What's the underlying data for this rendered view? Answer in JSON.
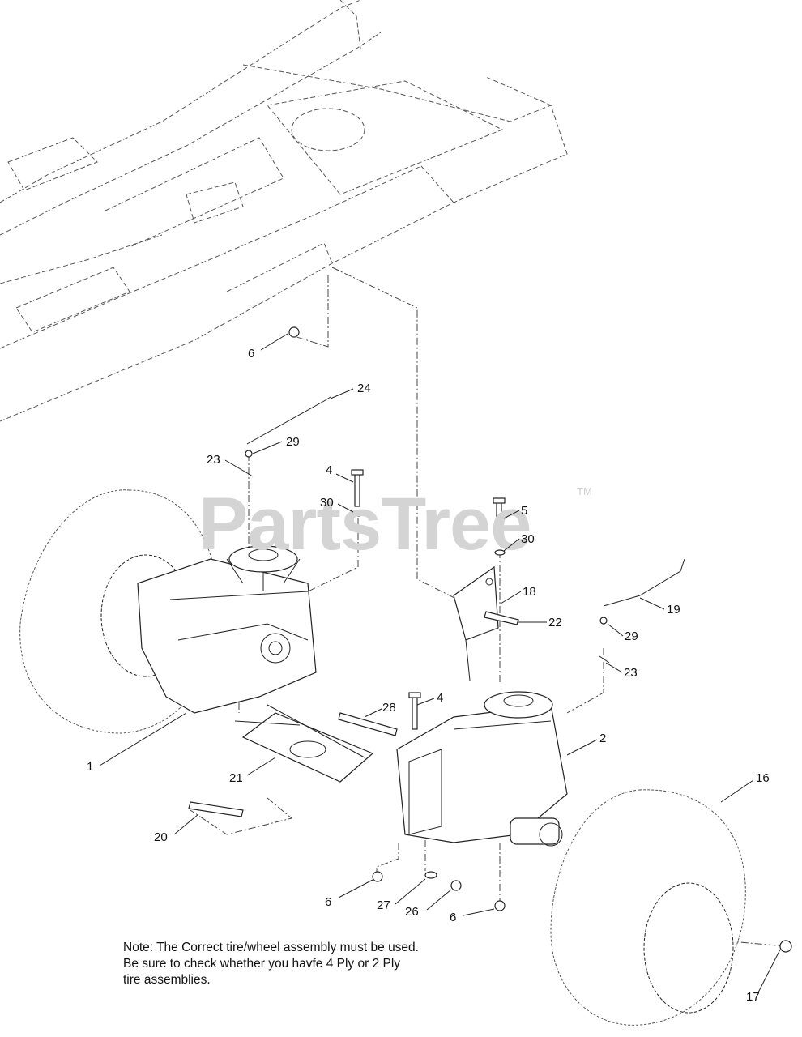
{
  "watermark": {
    "text": "PartsTree",
    "trademark": "TM"
  },
  "note": {
    "lines": [
      "Note: The Correct tire/wheel assembly must be used.",
      "Be sure to check whether you havfe 4 Ply or 2 Ply",
      "tire assemblies."
    ]
  },
  "callouts": {
    "c6a": "6",
    "c24": "24",
    "c29a": "29",
    "c23a": "23",
    "c4a": "4",
    "c30a": "30",
    "c5": "5",
    "c30b": "30",
    "c18": "18",
    "c22": "22",
    "c19": "19",
    "c29b": "29",
    "c23b": "23",
    "c28": "28",
    "c4b": "4",
    "c2": "2",
    "c1": "1",
    "c21": "21",
    "c16": "16",
    "c20": "20",
    "c6b": "6",
    "c27": "27",
    "c26": "26",
    "c6c": "6",
    "c17": "17"
  }
}
